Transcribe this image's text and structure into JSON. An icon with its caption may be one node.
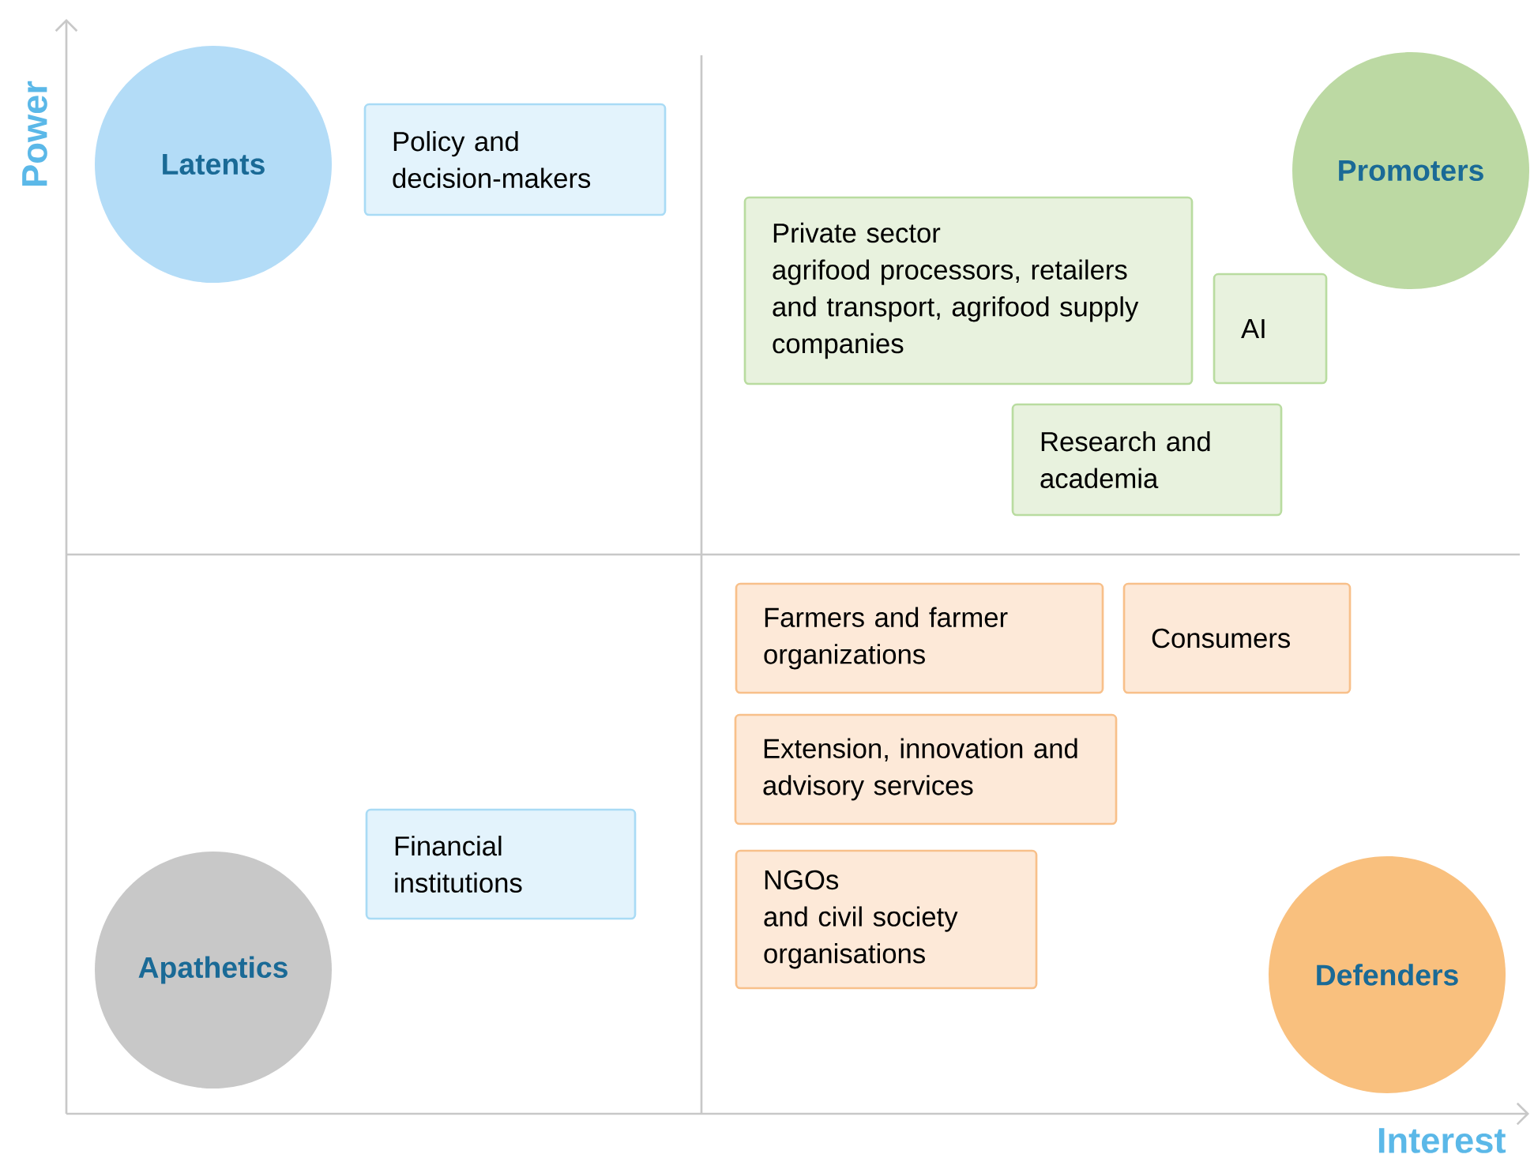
{
  "diagram": {
    "nodes": [
      {
        "text": [
          "Latents"
        ]
      },
      {
        "text": [
          "Policy and decision-makers"
        ]
      },
      {
        "text": [
          "Promoters"
        ]
      },
      {
        "text": [
          "Private sector",
          "agrifood processors, retailers and transport, agrifood supply companies"
        ]
      },
      {
        "text": [
          "AI"
        ]
      },
      {
        "text": [
          "Research and academia"
        ]
      },
      {
        "text": [
          "Farmers and farmer organizations"
        ]
      },
      {
        "text": [
          "Consumers"
        ]
      },
      {
        "text": [
          "Extension, innovation and advisory services"
        ]
      },
      {
        "text": [
          "Financial institutions"
        ]
      },
      {
        "text": [
          "NGOs",
          "and civil society organisations"
        ]
      },
      {
        "text": [
          "Apathetics"
        ]
      },
      {
        "text": [
          "Defenders"
        ]
      }
    ],
    "edges": [],
    "labels": [
      "Power",
      "Interest"
    ]
  }
}
